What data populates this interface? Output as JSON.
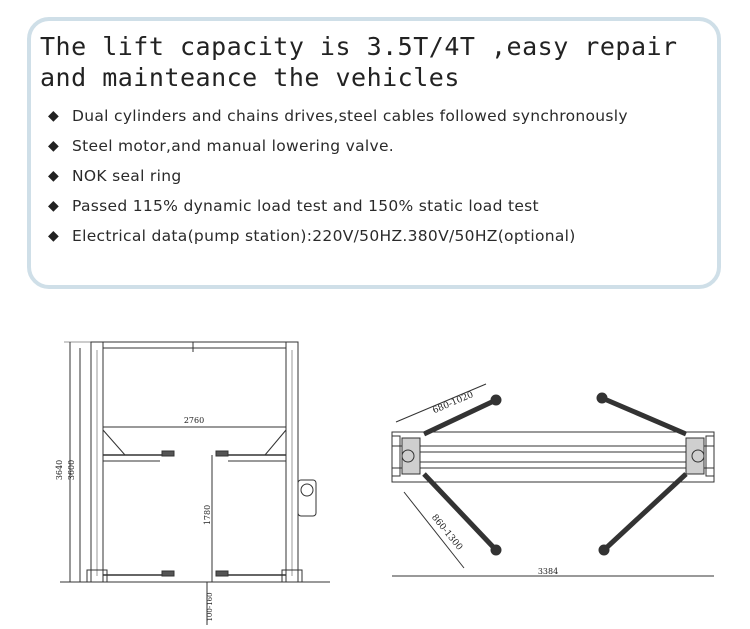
{
  "headline": {
    "line1": "The lift capacity is 3.5T/4T ,easy repair",
    "line2": "and mainteance the vehicles"
  },
  "bullet_glyph": "◆",
  "features": [
    "Dual cylinders and chains drives,steel cables followed synchronously",
    "Steel motor,and manual lowering valve.",
    "NOK seal ring",
    "Passed 115% dynamic load test and 150% static load test",
    "Electrical data(pump station):220V/50HZ.380V/50HZ(optional)"
  ],
  "front_view": {
    "overall_height": "3640",
    "post_height": "3600",
    "inner_width": "2760",
    "arm_height": "1780",
    "pad_height": "100-160"
  },
  "top_view": {
    "short_arm": "680-1020",
    "long_arm": "860-1300",
    "overall_width": "3384"
  }
}
